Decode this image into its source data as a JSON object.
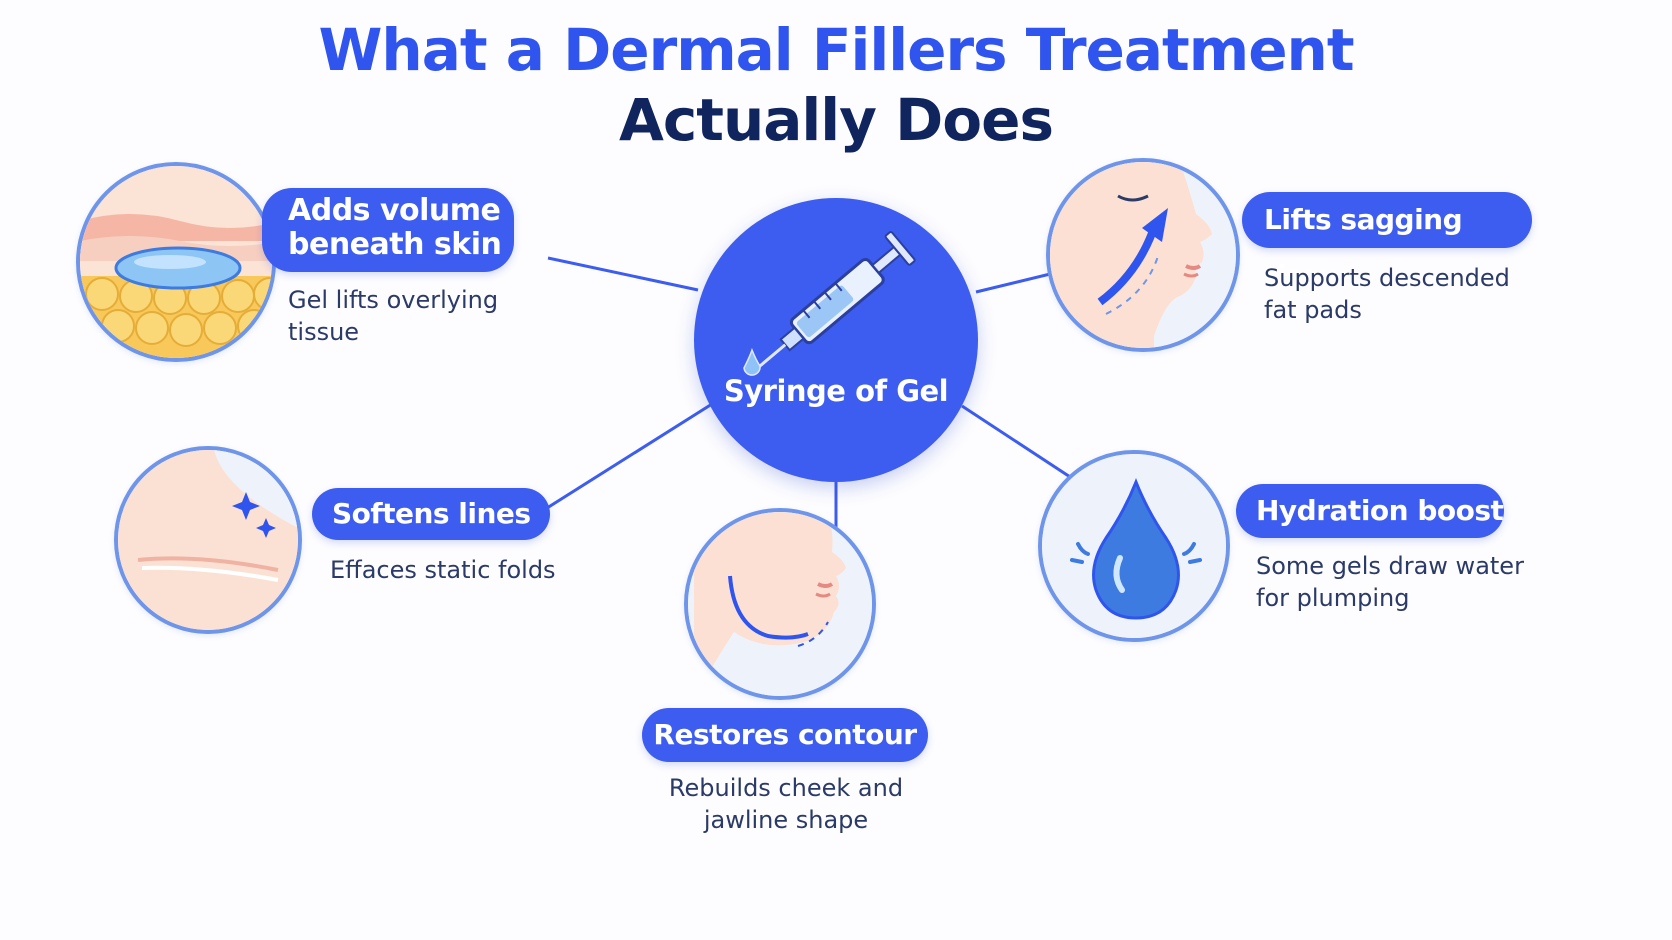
{
  "title": {
    "line1": "What a Dermal Fillers Treatment",
    "line2": "Actually Does"
  },
  "hub": {
    "label": "Syringe of Gel",
    "icon": "syringe-icon"
  },
  "benefits": {
    "volume": {
      "title_line1": "Adds volume",
      "title_line2": "beneath skin",
      "desc_line1": "Gel lifts overlying",
      "desc_line2": "tissue",
      "icon": "skin-layers-gel-icon"
    },
    "lift": {
      "title": "Lifts sagging tissue",
      "desc_line1": "Supports descended",
      "desc_line2": "fat pads",
      "icon": "face-lift-arrow-icon"
    },
    "soften": {
      "title": "Softens lines",
      "desc": "Effaces static folds",
      "icon": "skin-fold-sparkle-icon"
    },
    "contour": {
      "title": "Restores contour",
      "desc_line1": "Rebuilds cheek and",
      "desc_line2": "jawline shape",
      "icon": "jawline-contour-icon"
    },
    "hydration": {
      "title": "Hydration boost",
      "desc_line1": "Some gels draw water",
      "desc_line2": "for plumping",
      "icon": "water-drop-icon"
    }
  },
  "colors": {
    "accent": "#3d5cf0",
    "title_blue": "#2f55ee",
    "title_navy": "#10245e",
    "ring": "#6f95ea",
    "text": "#2b3a66"
  }
}
